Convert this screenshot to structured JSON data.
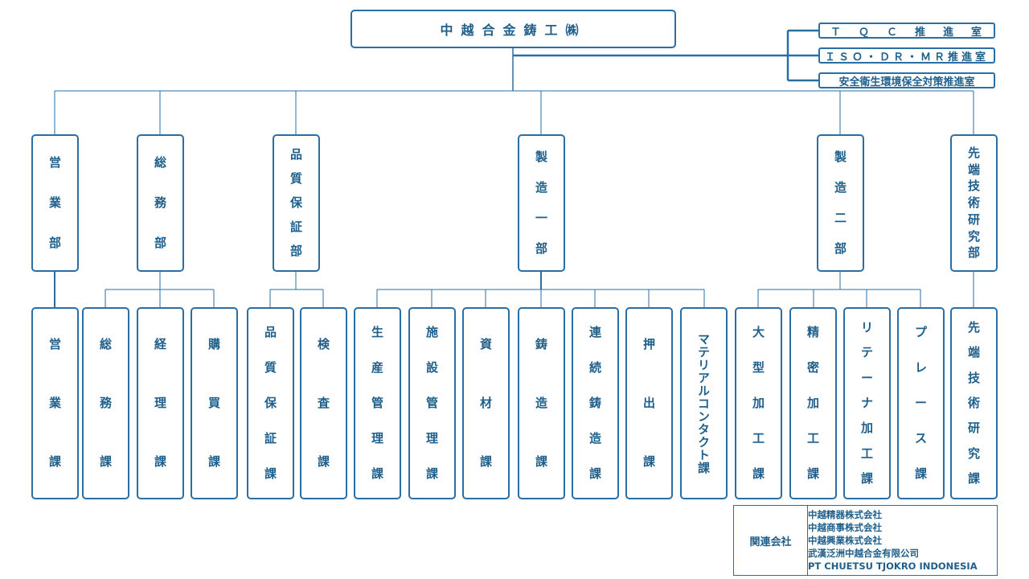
{
  "company": "中越合金鋳工㈱",
  "staff": [
    "ＴＱＣ推進室",
    "ＩＳＯ・ＤＲ・ＭＲ推進室",
    "安全衛生環境保全対策推進室"
  ],
  "departments": [
    "営業部",
    "総務部",
    "品質保証部",
    "製造一部",
    "製造二部",
    "先端技術研究部"
  ],
  "sections": [
    "営業課",
    "総務課",
    "経理課",
    "購買課",
    "品質保証課",
    "検査課",
    "生産管理課",
    "施設管理課",
    "資材課",
    "鋳造課",
    "連続鋳造課",
    "押出課",
    "マテリアルコンタクト課",
    "大型加工課",
    "精密加工課",
    "リテーナ加工課",
    "プレース課",
    "先端技術研究課"
  ],
  "related": {
    "label": "関連会社",
    "companies": [
      "中越精器株式会社",
      "中越商事株式会社",
      "中越興業株式会社",
      "武漢泛洲中越合金有限公司",
      "PT CHUETSU TJOKRO INDONESIA"
    ]
  },
  "colors": {
    "line": "#2b6ea3",
    "text": "#1f5f8b"
  }
}
